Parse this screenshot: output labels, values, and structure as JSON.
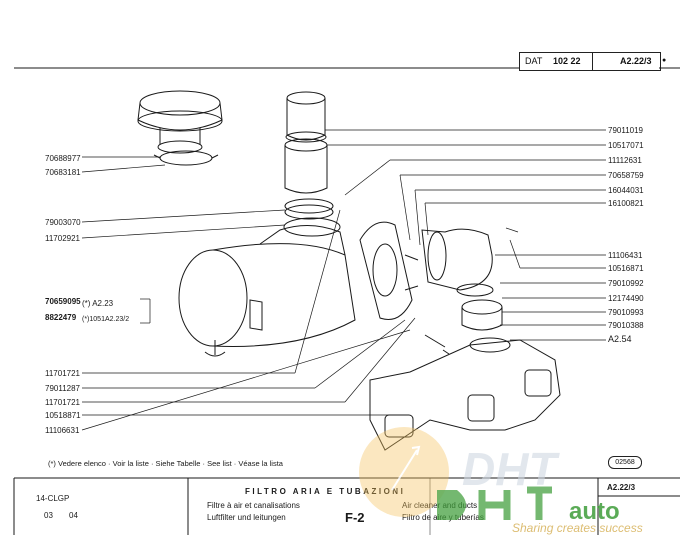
{
  "header": {
    "dat_label": "DAT",
    "dat_number": "102 22",
    "page_ref": "A2.22/3",
    "page_dot": "●"
  },
  "parts_left": [
    "70688977",
    "70683181",
    "79003070",
    "11702921",
    "70659095",
    "8822479",
    "11701721",
    "79011287",
    "11701721",
    "10518871",
    "11106631"
  ],
  "parts_left_notes": {
    "n1": "(*) A2.23",
    "n2": "(*)1051A2.23/2"
  },
  "parts_right": [
    "79011019",
    "10517071",
    "11112631",
    "70658759",
    "16044031",
    "16100821",
    "11106431",
    "10516871",
    "79010992",
    "12174490",
    "79010993",
    "79010388"
  ],
  "ref_a254": "A2.54",
  "legend": "(*)  Vedere elenco  ·  Voir la liste  ·  Siehe Tabelle  ·  See list  ·  Véase la lista",
  "stamp": "02568",
  "footer": {
    "model": "14-CLGP",
    "code_a": "03",
    "code_b": "04",
    "title_main": "FILTRO ARIA E TUBAZIONI",
    "it_fr": "Filtre à air et canalisations",
    "de": "Luftfilter und leitungen",
    "section": "F-2",
    "en": "Air cleaner and ducts",
    "es": "Filtro de aire y tuberías",
    "ref": "A2.22/3"
  },
  "watermark": {
    "brand": "auto",
    "slogan": "Sharing creates success"
  },
  "colors": {
    "watermark_orange": "#f4c15a",
    "watermark_green": "#3f9d3a",
    "ink": "#1a1a1a"
  }
}
